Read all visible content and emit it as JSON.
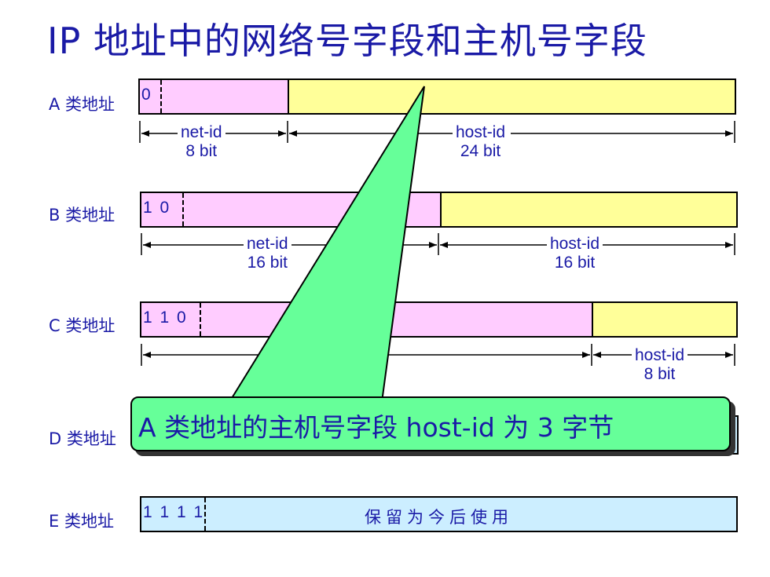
{
  "title": "IP 地址中的网络号字段和主机号字段",
  "rows": {
    "a": {
      "label": "A 类地址",
      "prefix": "0",
      "net_label": "net-id",
      "net_bits": "8 bit",
      "host_label": "host-id",
      "host_bits": "24 bit"
    },
    "b": {
      "label": "B 类地址",
      "prefix": "1 0",
      "net_label": "net-id",
      "net_bits": "16 bit",
      "host_label": "host-id",
      "host_bits": "16 bit"
    },
    "c": {
      "label": "C 类地址",
      "prefix": "1 1 0",
      "host_label": "host-id",
      "host_bits": "8 bit"
    },
    "d": {
      "label": "D 类地址"
    },
    "e": {
      "label": "E 类地址",
      "prefix": "1 1 1 1",
      "text": "保留为今后使用"
    }
  },
  "callout": {
    "text": "A 类地址的主机号字段 host-id 为 3 字节"
  },
  "colors": {
    "title": "#1a1aa6",
    "net": "#ffccff",
    "host": "#ffff99",
    "reserved": "#cceeff",
    "callout": "#66ff99"
  }
}
